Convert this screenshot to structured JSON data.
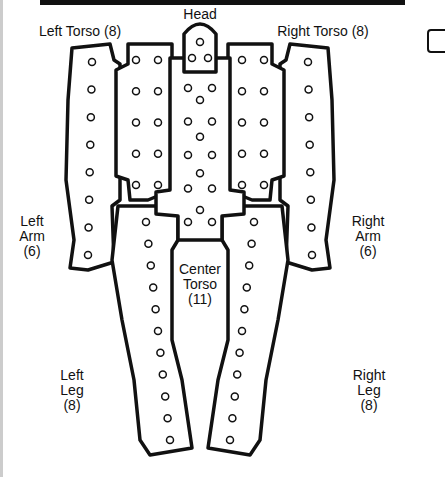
{
  "diagram": {
    "labels": [
      "Head",
      "Left Torso (8)",
      "Right Torso (8)",
      "Left Arm (6)",
      "Right Arm (6)",
      "Center Torso (11)",
      "Left Leg (8)",
      "Right Leg (8)"
    ]
  }
}
